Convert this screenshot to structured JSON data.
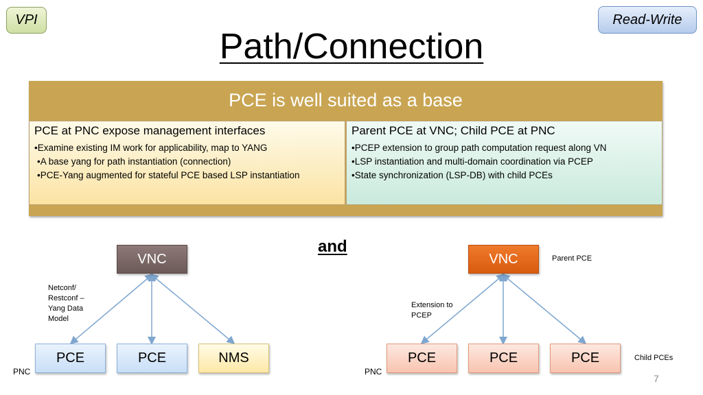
{
  "tags": {
    "left": "VPI",
    "right": "Read-Write"
  },
  "title": "Path/Connection",
  "panel": {
    "header": "PCE is well suited as a base",
    "left": {
      "heading": "PCE at PNC expose management interfaces",
      "bullets": [
        "•Examine existing IM work for applicability, map to YANG",
        "•A base yang for path instantiation (connection)",
        "•PCE-Yang augmented for stateful PCE based LSP instantiation"
      ]
    },
    "right": {
      "heading": "Parent PCE at VNC; Child PCE at PNC",
      "bullets": [
        "•PCEP extension to group path computation request along VN",
        "•LSP instantiation and multi-domain coordination via PCEP",
        "•State synchronization (LSP-DB) with child PCEs"
      ]
    }
  },
  "connector": "and",
  "left_diagram": {
    "top": "VNC",
    "edge_label": [
      "Netconf/",
      "Restconf –",
      "Yang Data",
      "Model"
    ],
    "bottom": [
      "PCE",
      "PCE",
      "NMS"
    ],
    "domain_label": "PNC"
  },
  "right_diagram": {
    "top": "VNC",
    "top_label": "Parent PCE",
    "edge_label": [
      "Extension to",
      "PCEP"
    ],
    "bottom": [
      "PCE",
      "PCE",
      "PCE"
    ],
    "bottom_label": "Child PCEs",
    "domain_label": "PNC"
  },
  "page_number": "7",
  "colors": {
    "arrow": "#7ea6cf",
    "panel": "#c9a553"
  }
}
